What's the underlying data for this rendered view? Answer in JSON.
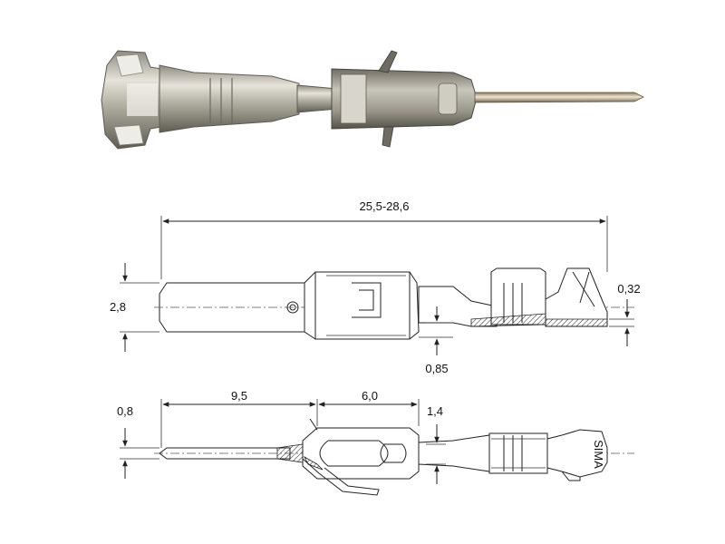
{
  "dimensions": {
    "overall_length": "25,5-28,6",
    "width_top": "2,8",
    "thickness_right": "0,32",
    "material": "0,85",
    "pin_diameter": "0,8",
    "pin_length": "9,5",
    "box_length": "6,0",
    "box_height": "1,4"
  },
  "stamp_text": "SIMA",
  "colors": {
    "metal_light": "#d9d6cc",
    "metal_mid": "#a8a597",
    "metal_dark": "#5e5b52",
    "line": "#222222"
  }
}
